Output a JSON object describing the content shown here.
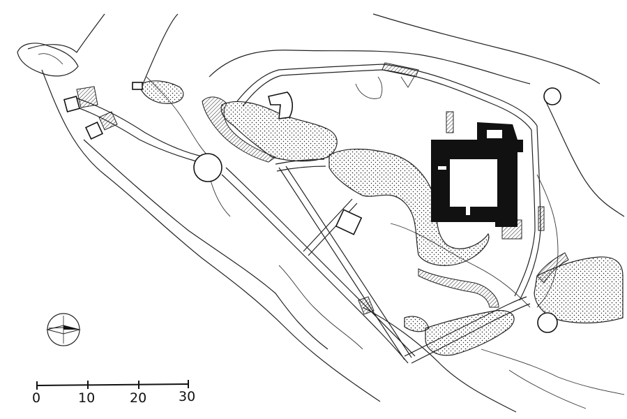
{
  "scale_bar": {
    "ticks": [
      "0",
      "10",
      "20",
      "30"
    ]
  },
  "colors": {
    "ink": "#111111",
    "paper": "#ffffff"
  },
  "icons": {
    "north_arrow": "compass-rose-icon"
  }
}
